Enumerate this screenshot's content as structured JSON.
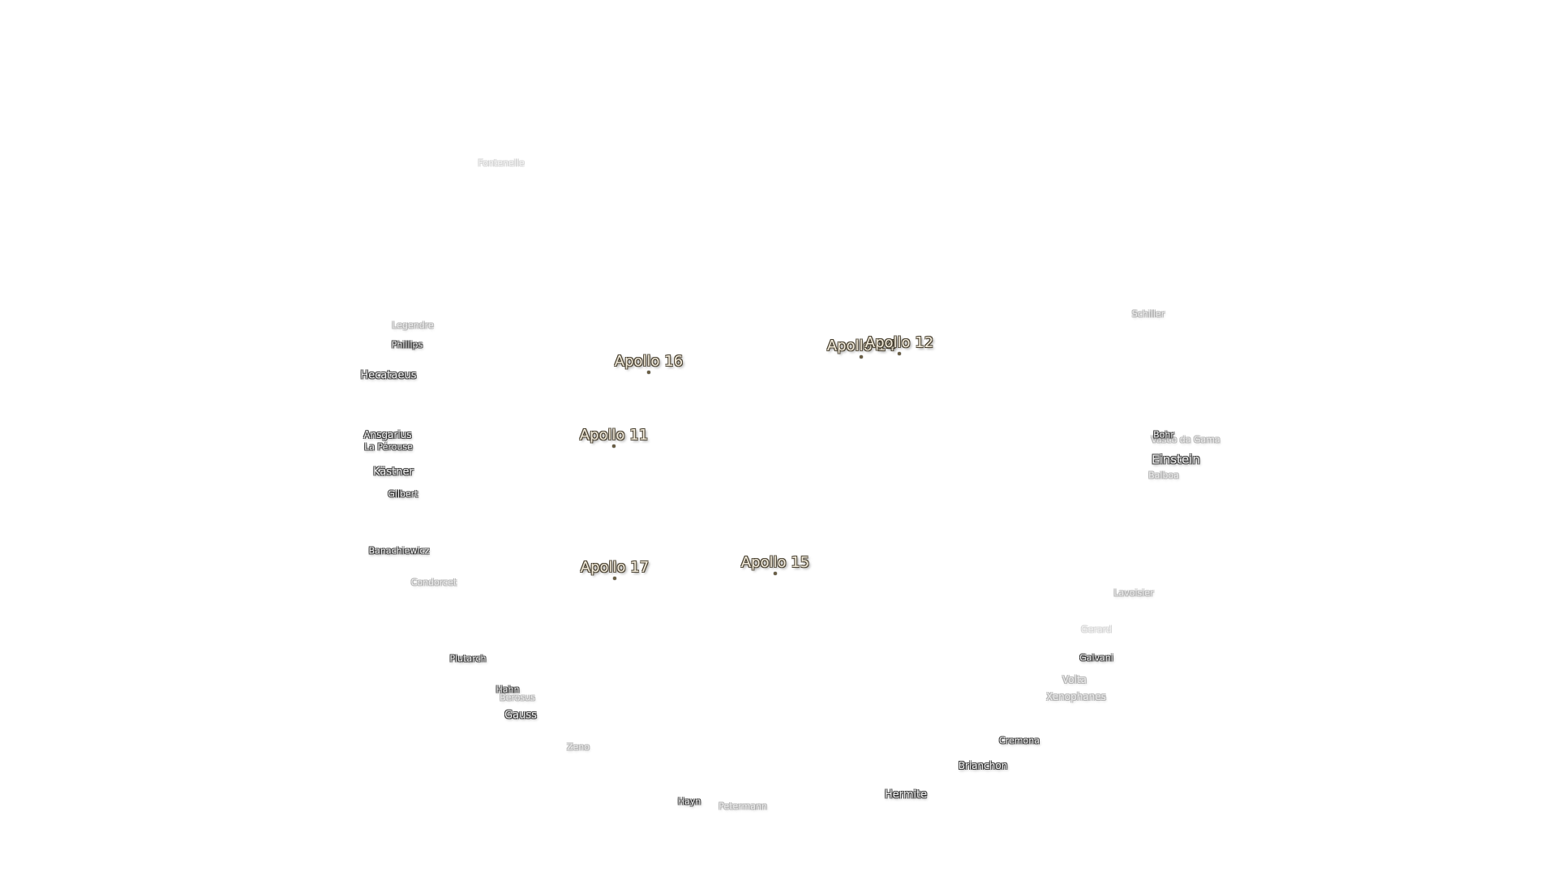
{
  "map": {
    "apollo_sites": [
      {
        "id": "apollo-16",
        "label": "Apollo 16"
      },
      {
        "id": "apollo-14",
        "label": "Apollo 14"
      },
      {
        "id": "apollo-12",
        "label": "Apollo 12"
      },
      {
        "id": "apollo-11",
        "label": "Apollo 11"
      },
      {
        "id": "apollo-17",
        "label": "Apollo 17"
      },
      {
        "id": "apollo-15",
        "label": "Apollo 15"
      }
    ],
    "craters": [
      {
        "id": "fontenelle",
        "label": "Fontenelle"
      },
      {
        "id": "legendre",
        "label": "Legendre"
      },
      {
        "id": "phillips",
        "label": "Phillips"
      },
      {
        "id": "hecataeus",
        "label": "Hecataeus"
      },
      {
        "id": "ansgarius",
        "label": "Ansgarius"
      },
      {
        "id": "la-perouse",
        "label": "La Pérouse"
      },
      {
        "id": "kastner",
        "label": "Kästner"
      },
      {
        "id": "gilbert",
        "label": "Gilbert"
      },
      {
        "id": "banachiewicz",
        "label": "Banachiewicz"
      },
      {
        "id": "condorcet",
        "label": "Condorcet"
      },
      {
        "id": "plutarch",
        "label": "Plutarch"
      },
      {
        "id": "hahn",
        "label": "Hahn"
      },
      {
        "id": "berosus",
        "label": "Berosus"
      },
      {
        "id": "gauss",
        "label": "Gauss"
      },
      {
        "id": "zeno",
        "label": "Zeno"
      },
      {
        "id": "hayn",
        "label": "Hayn"
      },
      {
        "id": "petermann",
        "label": "Petermann"
      },
      {
        "id": "hermite",
        "label": "Hermite"
      },
      {
        "id": "brianchon",
        "label": "Brianchon"
      },
      {
        "id": "cremona",
        "label": "Cremona"
      },
      {
        "id": "xenophanes",
        "label": "Xenophanes"
      },
      {
        "id": "volta",
        "label": "Volta"
      },
      {
        "id": "galvani",
        "label": "Galvani"
      },
      {
        "id": "gerard",
        "label": "Gerard"
      },
      {
        "id": "lavoisier",
        "label": "Lavoisier"
      },
      {
        "id": "balboa",
        "label": "Balboa"
      },
      {
        "id": "einstein",
        "label": "Einstein"
      },
      {
        "id": "vasco-da-gama",
        "label": "Vasco da Gama"
      },
      {
        "id": "bohr",
        "label": "Bohr"
      },
      {
        "id": "schiller",
        "label": "Schiller"
      }
    ]
  }
}
